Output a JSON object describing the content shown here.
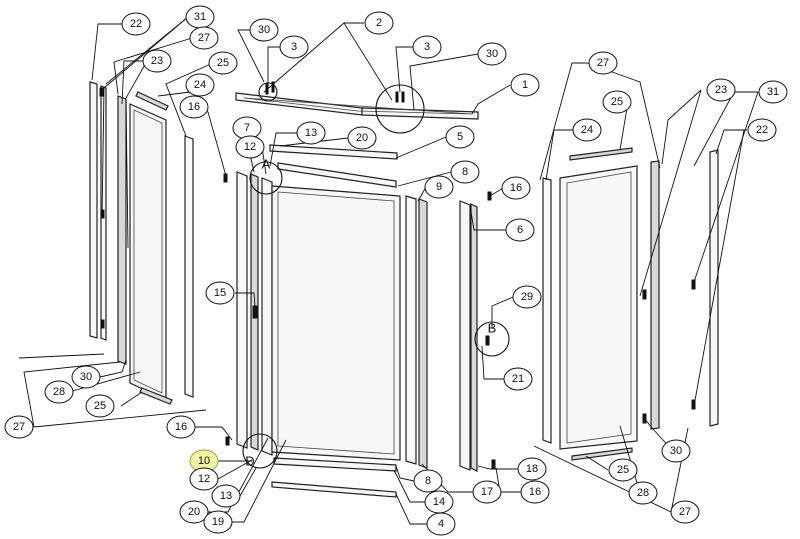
{
  "diagram": {
    "balloons": [
      {
        "id": "b22a",
        "label": "22"
      },
      {
        "id": "b31a",
        "label": "31"
      },
      {
        "id": "b27a",
        "label": "27"
      },
      {
        "id": "b23a",
        "label": "23"
      },
      {
        "id": "b25a",
        "label": "25"
      },
      {
        "id": "b24a",
        "label": "24"
      },
      {
        "id": "b16a",
        "label": "16"
      },
      {
        "id": "b30a",
        "label": "30"
      },
      {
        "id": "b3a",
        "label": "3"
      },
      {
        "id": "b2",
        "label": "2"
      },
      {
        "id": "b3b",
        "label": "3"
      },
      {
        "id": "b30b",
        "label": "30"
      },
      {
        "id": "b1",
        "label": "1"
      },
      {
        "id": "b7",
        "label": "7"
      },
      {
        "id": "b13a",
        "label": "13"
      },
      {
        "id": "b20a",
        "label": "20"
      },
      {
        "id": "b5",
        "label": "5"
      },
      {
        "id": "b12a",
        "label": "12"
      },
      {
        "id": "b8a",
        "label": "8"
      },
      {
        "id": "b9",
        "label": "9"
      },
      {
        "id": "b16b",
        "label": "16"
      },
      {
        "id": "b6",
        "label": "6"
      },
      {
        "id": "b15",
        "label": "15"
      },
      {
        "id": "b29",
        "label": "29"
      },
      {
        "id": "b21",
        "label": "21"
      },
      {
        "id": "b30c",
        "label": "30"
      },
      {
        "id": "b28a",
        "label": "28"
      },
      {
        "id": "b25b",
        "label": "25"
      },
      {
        "id": "b27b",
        "label": "27"
      },
      {
        "id": "b16c",
        "label": "16"
      },
      {
        "id": "b10",
        "label": "10"
      },
      {
        "id": "b12b",
        "label": "12"
      },
      {
        "id": "b13b",
        "label": "13"
      },
      {
        "id": "b20b",
        "label": "20"
      },
      {
        "id": "b19",
        "label": "19"
      },
      {
        "id": "b4",
        "label": "4"
      },
      {
        "id": "b14",
        "label": "14"
      },
      {
        "id": "b8b",
        "label": "8"
      },
      {
        "id": "b17",
        "label": "17"
      },
      {
        "id": "b16d",
        "label": "16"
      },
      {
        "id": "b18",
        "label": "18"
      },
      {
        "id": "b27c",
        "label": "27"
      },
      {
        "id": "b24b",
        "label": "24"
      },
      {
        "id": "b25c",
        "label": "25"
      },
      {
        "id": "b23b",
        "label": "23"
      },
      {
        "id": "b31b",
        "label": "31"
      },
      {
        "id": "b22b",
        "label": "22"
      },
      {
        "id": "b30d",
        "label": "30"
      },
      {
        "id": "b28b",
        "label": "28"
      },
      {
        "id": "b25d",
        "label": "25"
      },
      {
        "id": "b27d",
        "label": "27"
      }
    ],
    "detail_labels": [
      {
        "id": "A",
        "label": "A"
      },
      {
        "id": "B",
        "label": "B"
      },
      {
        "id": "D",
        "label": "D"
      }
    ],
    "highlight_balloon": "10"
  }
}
